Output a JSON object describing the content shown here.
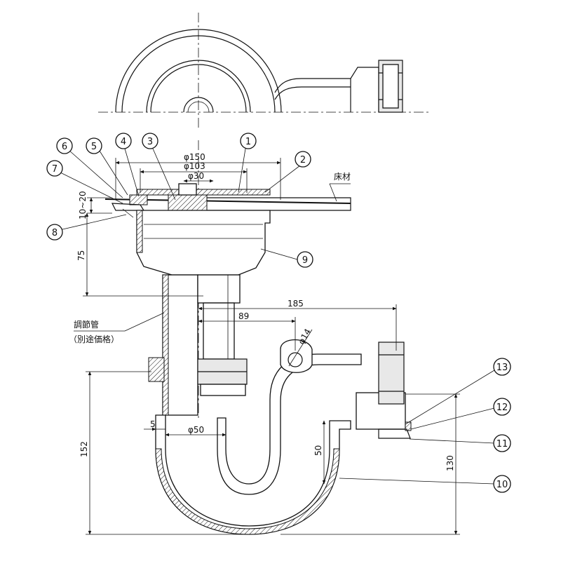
{
  "dimensions": {
    "dia_150": "φ150",
    "dia_103": "φ103",
    "dia_30": "φ30",
    "floor_gap": "10~20",
    "height_75": "75",
    "width_185": "185",
    "width_89": "89",
    "dia_14": "φ14",
    "offset_5": "5",
    "dia_50": "φ50",
    "height_152": "152",
    "height_50": "50",
    "height_130": "130"
  },
  "labels": {
    "floor_material": "床材",
    "adjust_pipe": "調節管",
    "adjust_pipe_note": "（別途価格）"
  },
  "callouts": [
    "1",
    "2",
    "3",
    "4",
    "5",
    "6",
    "7",
    "8",
    "9",
    "10",
    "11",
    "12",
    "13"
  ]
}
